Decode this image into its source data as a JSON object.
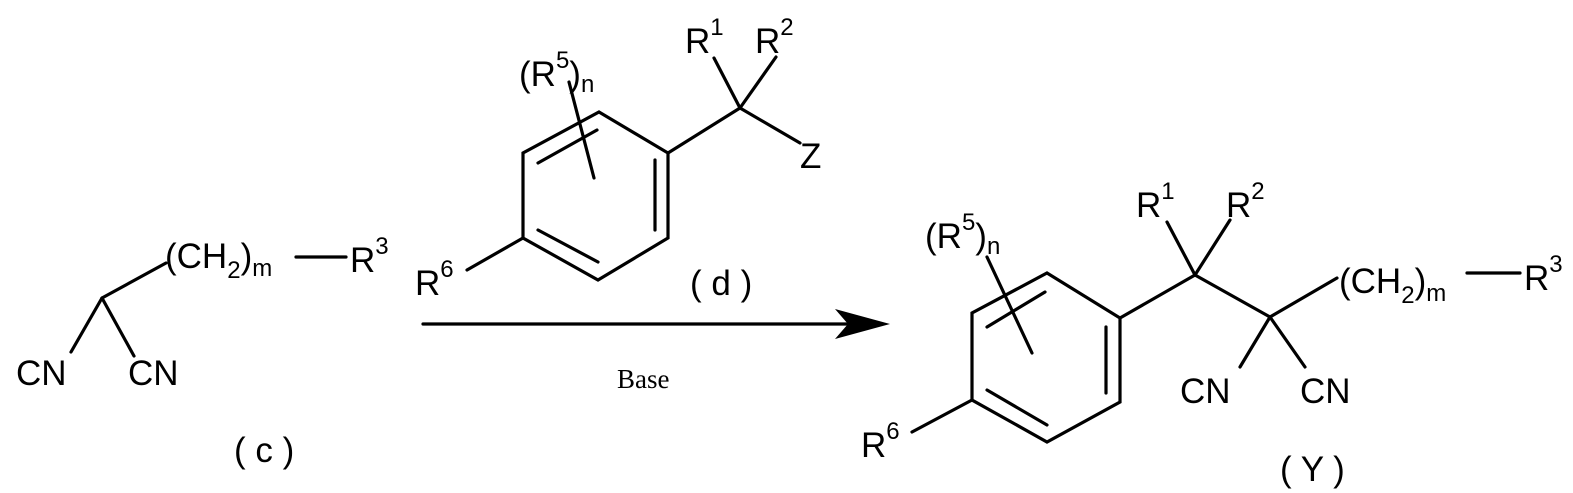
{
  "compound_c": {
    "cn_left": "CN",
    "cn_right": "CN",
    "chain": {
      "open": "(CH",
      "sub": "2",
      "close": ")",
      "index": "m"
    },
    "r3": {
      "base": "R",
      "sup": "3"
    },
    "label": "( c )"
  },
  "compound_d": {
    "r5": {
      "open": "(R",
      "sup": "5",
      "close": ")",
      "sub": "n"
    },
    "r1": {
      "base": "R",
      "sup": "1"
    },
    "r2": {
      "base": "R",
      "sup": "2"
    },
    "z": "Z",
    "r6": {
      "base": "R",
      "sup": "6"
    },
    "label": "( d )"
  },
  "arrow": {
    "condition": "Base"
  },
  "product_y": {
    "r5": {
      "open": "(R",
      "sup": "5",
      "close": ")",
      "sub": "n"
    },
    "r1": {
      "base": "R",
      "sup": "1"
    },
    "r2": {
      "base": "R",
      "sup": "2"
    },
    "chain": {
      "open": "(CH",
      "sub": "2",
      "close": ")",
      "index": "m"
    },
    "r3": {
      "base": "R",
      "sup": "3"
    },
    "cn_left": "CN",
    "cn_right": "CN",
    "r6": {
      "base": "R",
      "sup": "6"
    },
    "label": "( Y )"
  }
}
